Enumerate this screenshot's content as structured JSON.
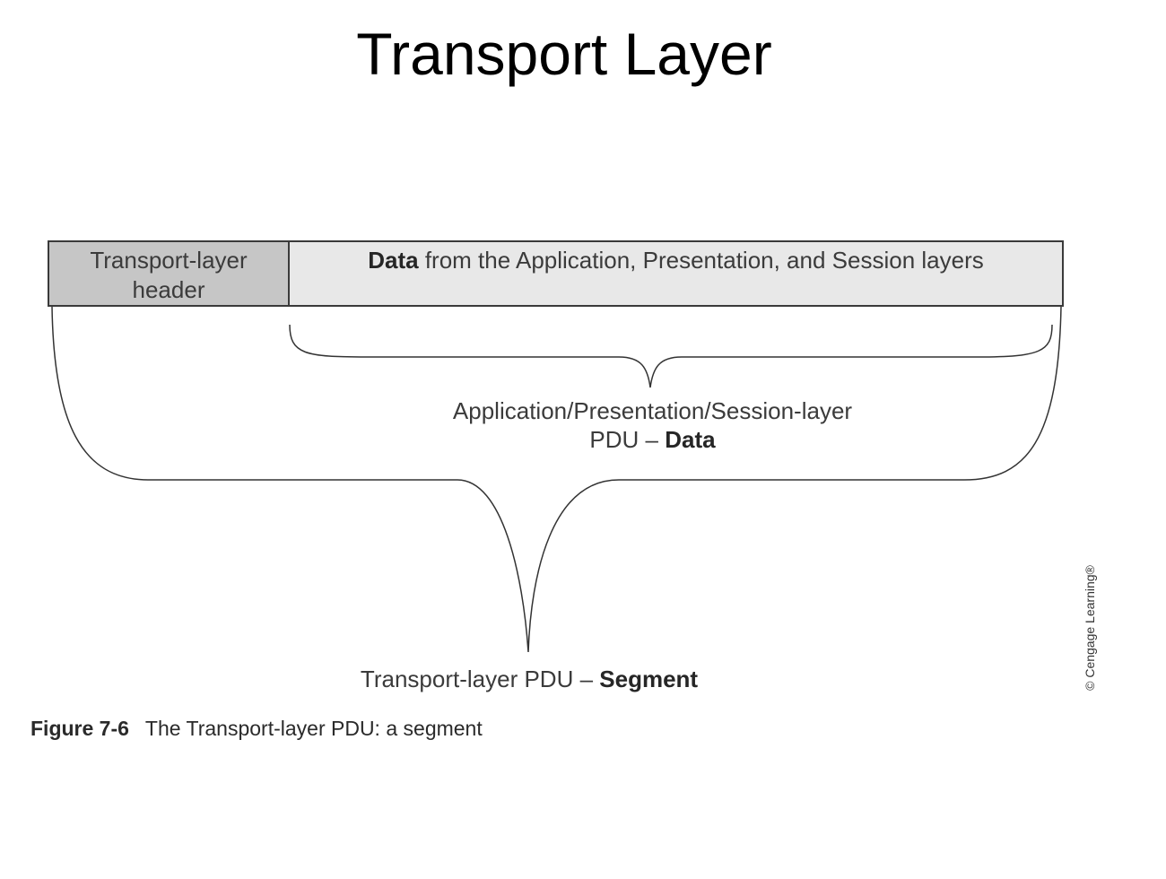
{
  "slide": {
    "title": "Transport Layer"
  },
  "segment_bar": {
    "header_cell_line1": "Transport-layer",
    "header_cell_line2": "header",
    "data_cell_bold": "Data",
    "data_cell_rest": " from the Application, Presentation, and Session layers"
  },
  "inner_brace_label": {
    "line1": "Application/Presentation/Session-layer",
    "line2_prefix": "PDU – ",
    "line2_bold": "Data"
  },
  "outer_brace_label": {
    "prefix": "Transport-layer PDU – ",
    "bold": "Segment"
  },
  "caption": {
    "figure_number": "Figure 7-6",
    "text": "The Transport-layer PDU: a segment"
  },
  "copyright": "© Cengage Learning®",
  "colors": {
    "header_fill": "#c6c6c6",
    "data_fill": "#e8e8e8",
    "outline": "#3a3a3a"
  }
}
